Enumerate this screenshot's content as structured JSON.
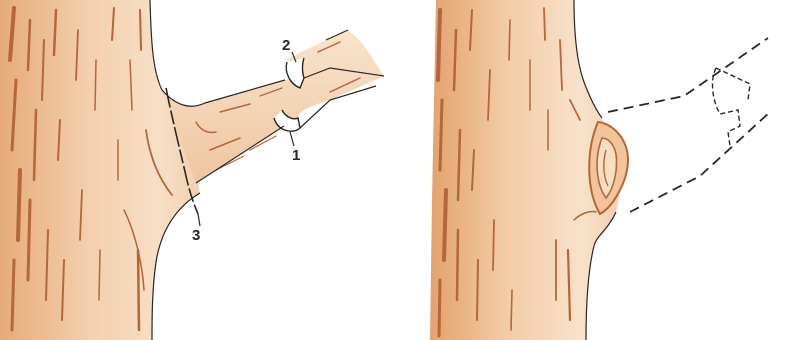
{
  "labels": {
    "cut_1": "1",
    "cut_2": "2",
    "cut_3": "3"
  },
  "colors": {
    "wood_light": "#f6dcc0",
    "wood_mid": "#efc39a",
    "wood_dark": "#e0a06d",
    "bark_stroke": "#b5663a",
    "outline": "#2a2622",
    "background": "#ffffff"
  }
}
